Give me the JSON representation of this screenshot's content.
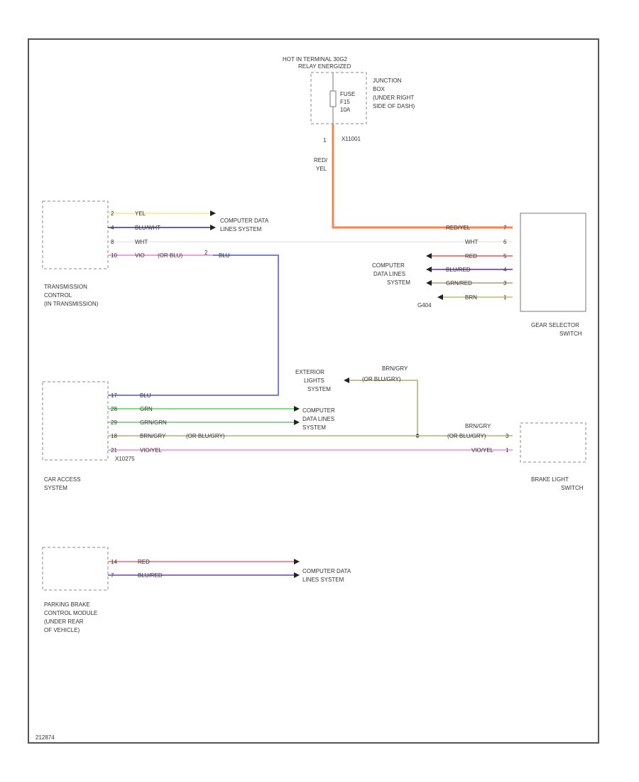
{
  "diagram": {
    "footer_code": "212874",
    "hot_label": [
      "HOT IN TERMINAL 30G2",
      "RELAY ENERGIZED"
    ],
    "junction_box": [
      "JUNCTION",
      "BOX",
      "(UNDER RIGHT",
      "SIDE OF DASH)"
    ],
    "fuse": [
      "FUSE",
      "F15",
      "10A"
    ],
    "fuse_pin": "1",
    "fuse_connector": "X11001",
    "fuse_wire": [
      "RED/",
      "YEL"
    ],
    "transmission_control": {
      "label": [
        "TRANSMISSION",
        "CONTROL",
        "(IN TRANSMISSION)"
      ],
      "pins": [
        "2",
        "4",
        "8",
        "10"
      ],
      "wires": [
        "YEL",
        "BLU/WHT",
        "WHT",
        "VIO"
      ],
      "wire4_extra": "(OR BLU)",
      "wire4_right": "BLU",
      "wire4_pin": "2"
    },
    "computer_data_top": [
      "COMPUTER DATA",
      "LINES SYSTEM"
    ],
    "gear_selector": {
      "label": [
        "GEAR SELECTOR",
        "SWITCH"
      ],
      "pins": [
        "7",
        "6",
        "5",
        "4",
        "3",
        "1"
      ],
      "wires": [
        "RED/YEL",
        "WHT",
        "RED",
        "BLU/RED",
        "GRN/RED",
        "BRN"
      ]
    },
    "computer_data_mid": [
      "COMPUTER",
      "DATA LINES",
      "SYSTEM"
    ],
    "ground": "G404",
    "exterior_lights": [
      "EXTERIOR",
      "LIGHTS",
      "SYSTEM"
    ],
    "brn_gry_top": [
      "BRN/GRY",
      "(OR BLU/GRY)"
    ],
    "car_access": {
      "label": [
        "CAR ACCESS",
        "SYSTEM"
      ],
      "pins": [
        "17",
        "28",
        "29",
        "18",
        "21"
      ],
      "wires": [
        "BLU",
        "GRN",
        "GRN/GRN",
        "BRN/GRY",
        "VIO/YEL"
      ],
      "wire4_extra": "(OR BLU/GRY)",
      "connector": "X10275"
    },
    "computer_data_car": [
      "COMPUTER",
      "DATA LINES",
      "SYSTEM"
    ],
    "brake_light": {
      "label": [
        "BRAKE LIGHT",
        "SWITCH"
      ],
      "pins": [
        "3",
        "1"
      ],
      "wire_top": [
        "BRN/GRY",
        "(OR BLU/GRY)"
      ],
      "wire_bottom": "VIO/YEL"
    },
    "parking_brake": {
      "label": [
        "PARKING BRAKE",
        "CONTROL MODULE",
        "(UNDER REAR",
        "OF VEHICLE)"
      ],
      "pins": [
        "14",
        "7"
      ],
      "wires": [
        "RED",
        "BLU/RED"
      ]
    },
    "computer_data_bottom": [
      "COMPUTER DATA",
      "LINES SYSTEM"
    ],
    "colors": {
      "yel": "#f5f0a0",
      "blu_wht": "#6a5acd",
      "wht": "#dddddd",
      "vio": "#f0a0e0",
      "blu": "#7b7bf0",
      "red_yel": "#f4844c",
      "red": "#f08080",
      "blu_red": "#8a5ac8",
      "grn_red": "#c4b88a",
      "brn": "#d8c890",
      "grn": "#80e080",
      "grn_grn": "#90d890",
      "brn_gry": "#c8c09a",
      "vio_yel": "#f0a8e0",
      "pb_red": "#f49090",
      "pb_blu_red": "#9a6ad0"
    }
  }
}
